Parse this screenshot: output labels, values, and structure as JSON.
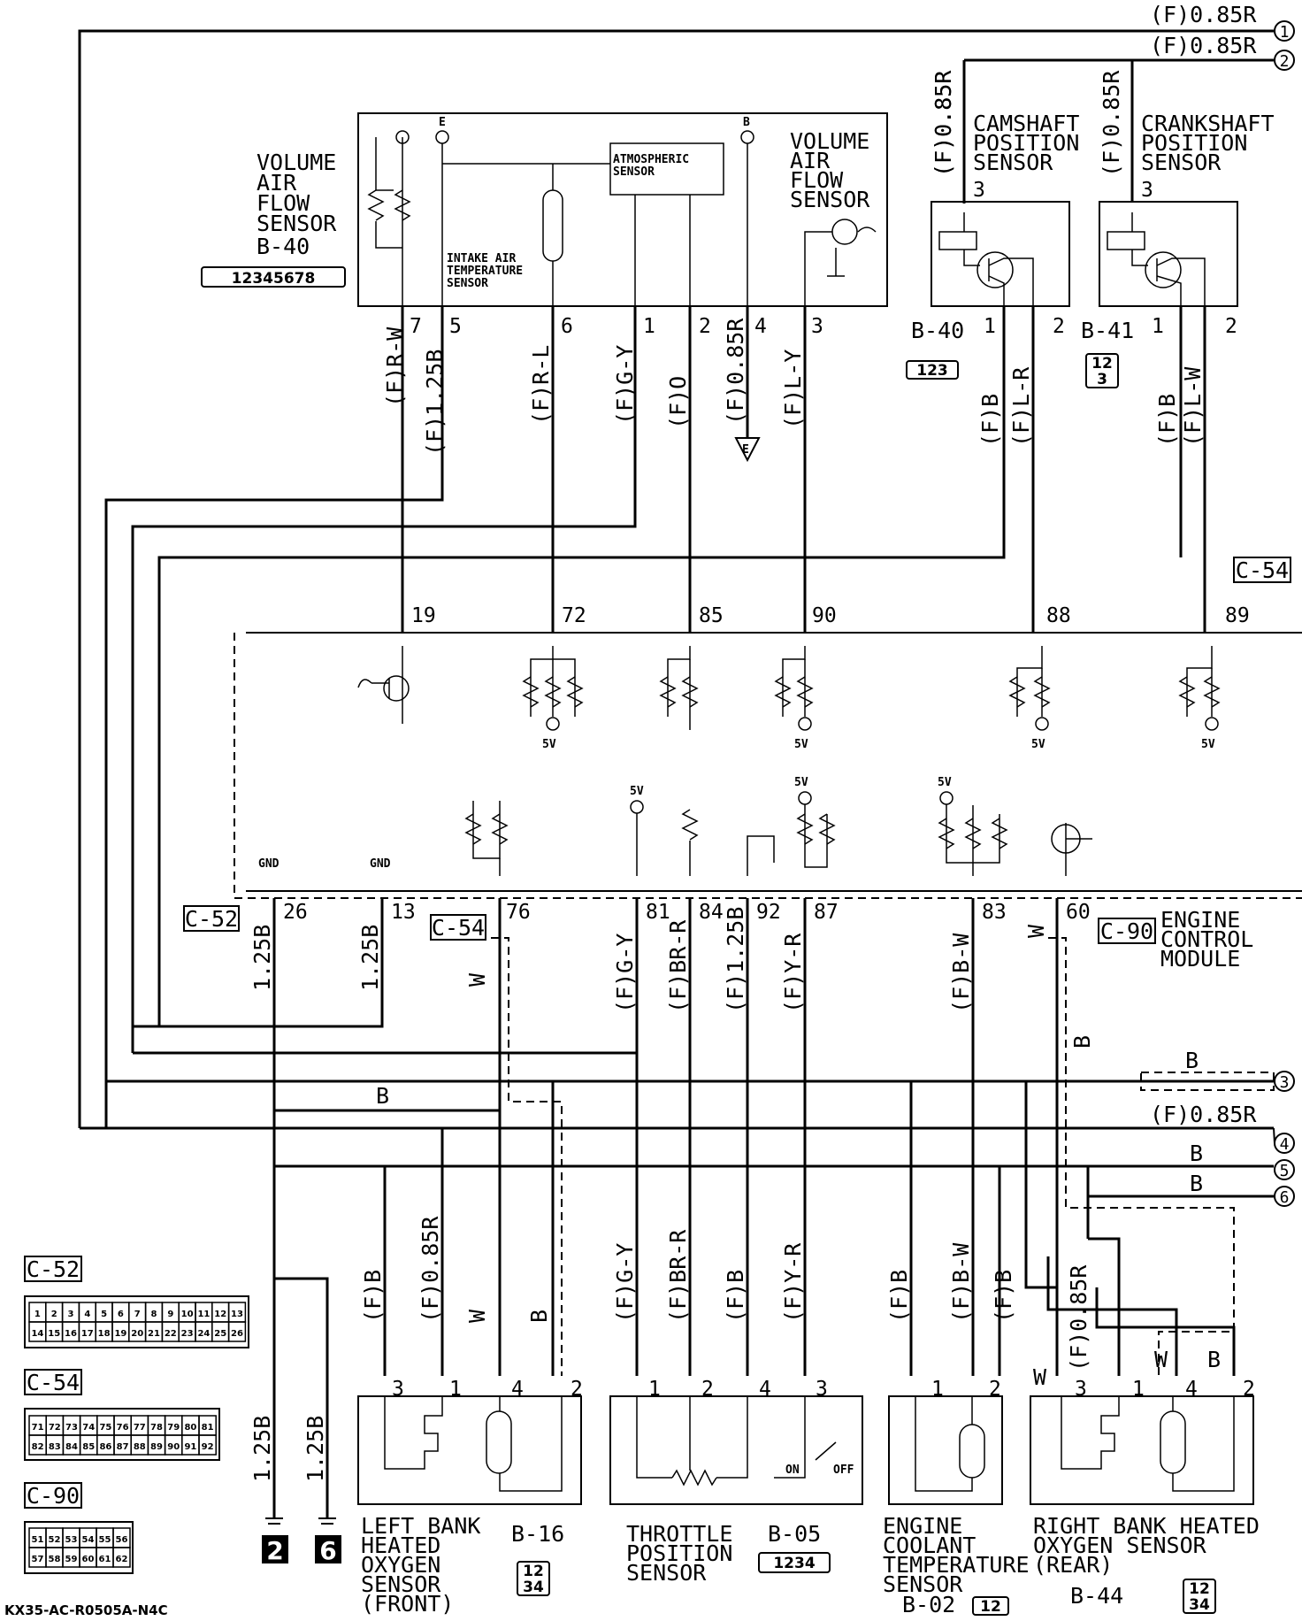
{
  "diagram_code": "KX35-AC-R0505A-N4C",
  "connectors": {
    "top_right": [
      {
        "num": "1",
        "wire": "(F)0.85R"
      },
      {
        "num": "2",
        "wire": "(F)0.85R"
      }
    ],
    "right": [
      {
        "num": "3",
        "wire": "B"
      },
      {
        "num": "4",
        "wire": "(F)0.85R"
      },
      {
        "num": "5",
        "wire": "B"
      },
      {
        "num": "6",
        "wire": "B"
      }
    ],
    "bottom_grounds": [
      "2",
      "6"
    ]
  },
  "vaf_sensor": {
    "title": [
      "VOLUME",
      "AIR",
      "FLOW",
      "SENSOR"
    ],
    "title_right": [
      "VOLUME",
      "AIR",
      "FLOW",
      "SENSOR"
    ],
    "code": "B-40",
    "connector_pins": "12345678",
    "intake_label": [
      "INTAKE AIR",
      "TEMPERATURE",
      "SENSOR"
    ],
    "atmos_label": [
      "ATMOSPHERIC",
      "SENSOR"
    ],
    "tap_e": "E",
    "tap_b": "B",
    "pins": [
      {
        "num": "7",
        "wire": "(F)R-W"
      },
      {
        "num": "5",
        "wire": "(F)1.25B"
      },
      {
        "num": "6",
        "wire": "(F)R-L"
      },
      {
        "num": "1",
        "wire": "(F)G-Y"
      },
      {
        "num": "2",
        "wire": "(F)O"
      },
      {
        "num": "4",
        "wire": "(F)0.85R"
      },
      {
        "num": "3",
        "wire": "(F)L-Y"
      }
    ],
    "ground_tap": "E"
  },
  "cam_sensor": {
    "title": [
      "CAMSHAFT",
      "POSITION",
      "SENSOR"
    ],
    "code": "B-40",
    "connector_pins": "123",
    "feed_wire": "(F)0.85R",
    "pin_top": "3",
    "pins": [
      {
        "num": "1",
        "wire": "(F)B"
      },
      {
        "num": "2",
        "wire": "(F)L-R"
      }
    ]
  },
  "crank_sensor": {
    "title": [
      "CRANKSHAFT",
      "POSITION",
      "SENSOR"
    ],
    "code": "B-41",
    "connector_pins": [
      "12",
      "3"
    ],
    "feed_wire": "(F)0.85R",
    "pin_top": "3",
    "pins": [
      {
        "num": "1",
        "wire": "(F)B"
      },
      {
        "num": "2",
        "wire": "(F)L-W"
      }
    ]
  },
  "ecm": {
    "title": [
      "ENGINE",
      "CONTROL",
      "MODULE"
    ],
    "top_pins": [
      "19",
      "72",
      "85",
      "90",
      "88",
      "89"
    ],
    "bottom_pins": [
      "26",
      "13",
      "76",
      "81",
      "84",
      "92",
      "87",
      "83",
      "60"
    ],
    "gnd_label": "GND",
    "five_volt": "5V",
    "connectors": {
      "left": "C-52",
      "mid": "C-54",
      "right": "C-90",
      "top_right": "C-54"
    },
    "bottom_wires": {
      "26": "1.25B",
      "13": "1.25B",
      "76": "W",
      "81": "(F)G-Y",
      "84": "(F)BR-R",
      "92": "(F)1.25B",
      "87": "(F)Y-R",
      "83": "(F)B-W",
      "60": "W",
      "60b": "B"
    },
    "bus_wire_b": "B"
  },
  "ground_wires": [
    "1.25B",
    "1.25B"
  ],
  "left_o2": {
    "title": [
      "LEFT BANK",
      "HEATED",
      "OXYGEN",
      "SENSOR",
      "(FRONT)"
    ],
    "code": "B-16",
    "connector_pins": [
      "12",
      "34"
    ],
    "pins": [
      "3",
      "1",
      "4",
      "2"
    ],
    "wires": [
      "(F)B",
      "(F)0.85R",
      "W",
      "B"
    ]
  },
  "tps": {
    "title": [
      "THROTTLE",
      "POSITION",
      "SENSOR"
    ],
    "code": "B-05",
    "connector_pins": "1234",
    "pins": [
      "1",
      "2",
      "4",
      "3"
    ],
    "wires": [
      "(F)G-Y",
      "(F)BR-R",
      "(F)B",
      "(F)Y-R"
    ],
    "switch_on": "ON",
    "switch_off": "OFF"
  },
  "ect": {
    "title": [
      "ENGINE",
      "COOLANT",
      "TEMPERATURE",
      "SENSOR"
    ],
    "code": "B-02",
    "connector_pins": "12",
    "pins": [
      "1",
      "2"
    ],
    "wires": [
      "(F)B",
      "(F)B-W"
    ]
  },
  "right_o2": {
    "title": [
      "RIGHT BANK HEATED",
      "OXYGEN SENSOR",
      "(REAR)"
    ],
    "code": "B-44",
    "connector_pins": [
      "12",
      "34"
    ],
    "pins": [
      "3",
      "1",
      "4",
      "2"
    ],
    "wires": [
      "(F)B",
      "W",
      "(F)0.85R",
      "W",
      "B"
    ]
  },
  "legend": [
    {
      "name": "C-52",
      "rows": [
        [
          "1",
          "2",
          "3",
          "4",
          "5",
          "6",
          "7",
          "8",
          "9",
          "10",
          "11",
          "12",
          "13"
        ],
        [
          "14",
          "15",
          "16",
          "17",
          "18",
          "19",
          "20",
          "21",
          "22",
          "23",
          "24",
          "25",
          "26"
        ]
      ]
    },
    {
      "name": "C-54",
      "rows": [
        [
          "71",
          "72",
          "73",
          "74",
          "75",
          "76",
          "77",
          "78",
          "79",
          "80",
          "81"
        ],
        [
          "82",
          "83",
          "84",
          "85",
          "86",
          "87",
          "88",
          "89",
          "90",
          "91",
          "92"
        ]
      ]
    },
    {
      "name": "C-90",
      "rows": [
        [
          "51",
          "52",
          "53",
          "54",
          "55",
          "56"
        ],
        [
          "57",
          "58",
          "59",
          "60",
          "61",
          "62"
        ]
      ]
    }
  ]
}
